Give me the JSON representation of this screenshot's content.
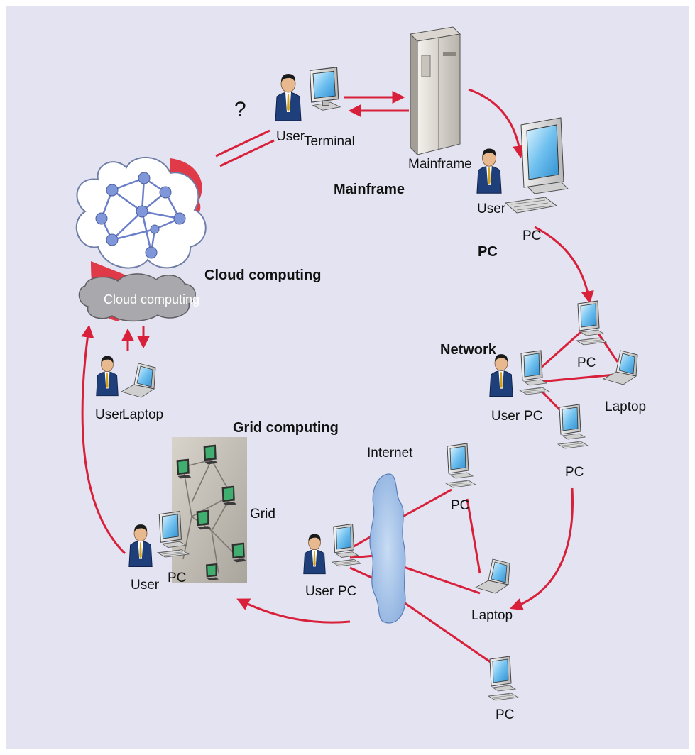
{
  "colors": {
    "background": "#e4e3f1",
    "arrow": "#d8203a",
    "cloud_blue": "#9ebee6",
    "node_blue": "#7f97d8"
  },
  "titles": {
    "mainframe": "Mainframe",
    "pc": "PC",
    "network": "Network",
    "cloud": "Cloud computing",
    "grid": "Grid computing",
    "internet": "Internet"
  },
  "labels": {
    "question": "?",
    "user": "User",
    "terminal": "Terminal",
    "mainframe_device": "Mainframe",
    "pc": "PC",
    "laptop": "Laptop",
    "grid": "Grid",
    "cloud_banner": "Cloud computing"
  }
}
